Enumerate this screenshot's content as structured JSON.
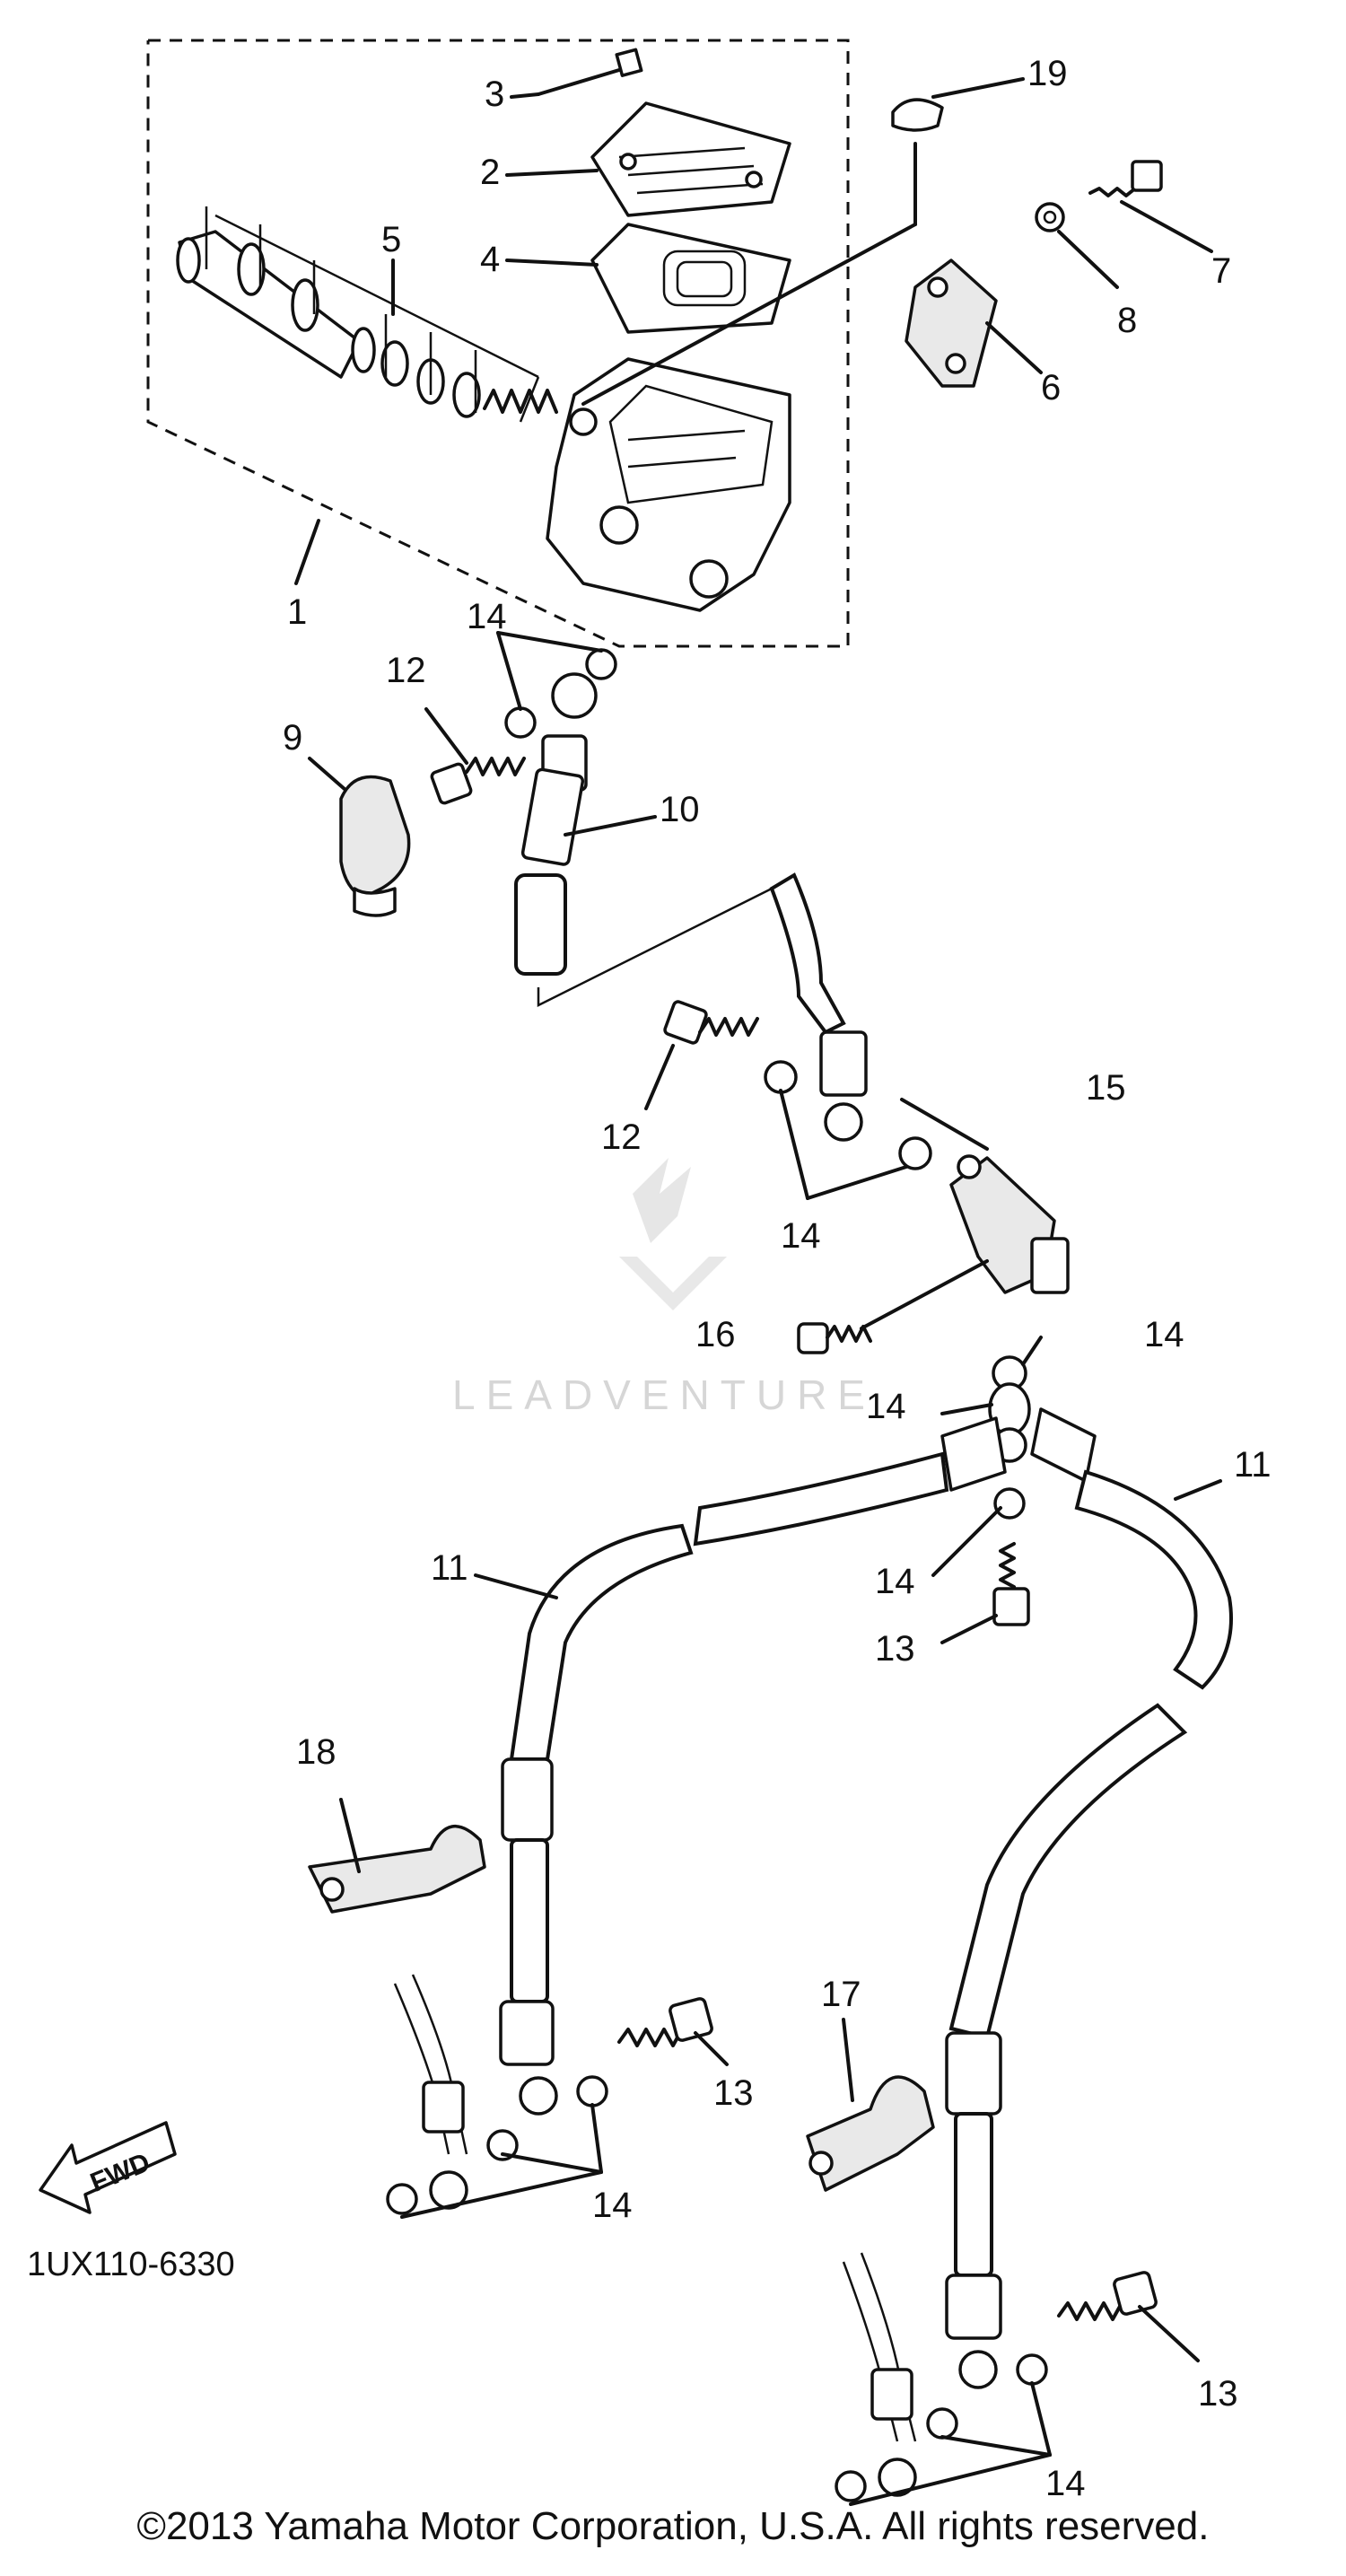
{
  "diagram": {
    "callouts": {
      "c1": "1",
      "c2": "2",
      "c3": "3",
      "c4": "4",
      "c5": "5",
      "c6": "6",
      "c7": "7",
      "c8": "8",
      "c9": "9",
      "c10": "10",
      "c11a": "11",
      "c11b": "11",
      "c12a": "12",
      "c12b": "12",
      "c13a": "13",
      "c13b": "13",
      "c13c": "13",
      "c14a": "14",
      "c14b": "14",
      "c14c": "14",
      "c14d": "14",
      "c14e": "14",
      "c14f": "14",
      "c14g": "14",
      "c15": "15",
      "c16": "16",
      "c17": "17",
      "c18": "18",
      "c19": "19"
    },
    "fwd_label": "FWD",
    "diagram_code": "1UX110-6330",
    "watermark": "LEADVENTURE",
    "copyright": "©2013 Yamaha Motor Corporation, U.S.A. All rights reserved."
  }
}
